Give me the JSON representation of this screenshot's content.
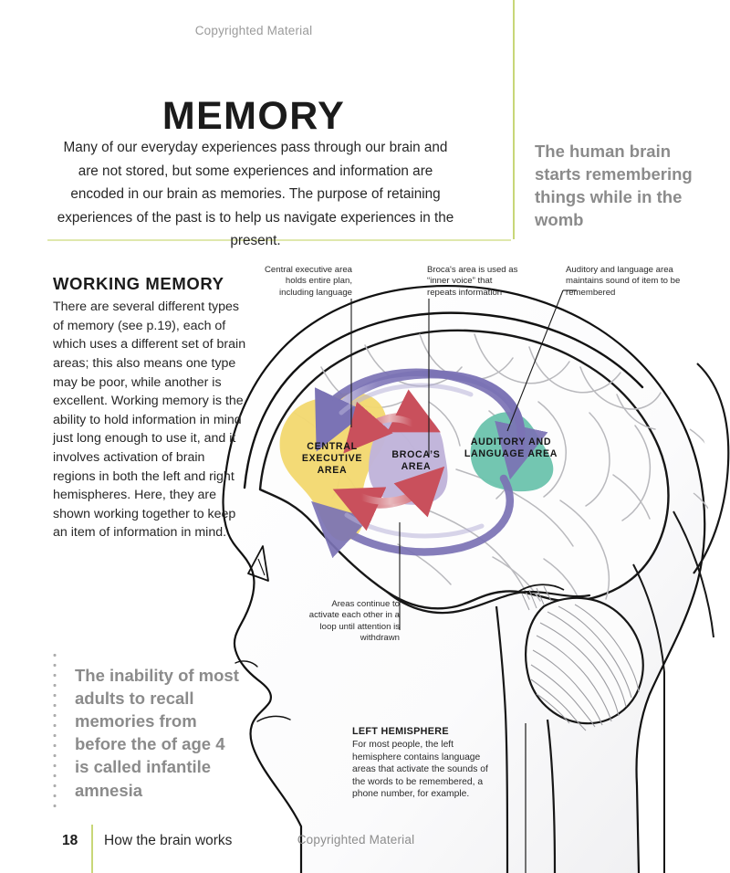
{
  "page": {
    "copyright_top": "Copyrighted Material",
    "copyright_bottom": "Copyrighted Material",
    "title": "MEMORY",
    "intro": "Many of our everyday experiences pass through our brain and are not stored, but some experiences and information are encoded in our brain as memories. The purpose of retaining experiences of the past is to help us navigate experiences in the present.",
    "folio_number": "18",
    "folio_title": "How the brain works"
  },
  "pullquotes": {
    "right": "The human brain starts remembering things while in the womb",
    "left": "The inability of most adults to recall memories from before the of age 4 is called infantile amnesia"
  },
  "working_memory": {
    "heading": "WORKING MEMORY",
    "body": "There are several different types of memory (see p.19), each of which uses a different set of brain areas; this also means one type may be poor, while another is excellent. Working memory is the ability to hold information in mind just long enough to use it, and it involves activation of brain regions in both the left and right hemispheres. Here, they are shown working together to keep an item of information in mind."
  },
  "callouts": {
    "central": "Central executive area holds entire plan, including language",
    "broca": "Broca's area is used as “inner voice” that repeats information",
    "auditory": "Auditory and language area maintains sound of item to be remembered",
    "loop": "Areas continue to activate each other in a loop until attention is withdrawn"
  },
  "left_hemisphere": {
    "title": "LEFT HEMISPHERE",
    "body": "For most people, the left hemisphere contains language areas that activate the sounds of the words to be remembered, a phone number, for example."
  },
  "regions": {
    "central": "CENTRAL EXECUTIVE AREA",
    "broca": "BROCA’S AREA",
    "auditory": "AUDITORY AND LANGUAGE AREA"
  },
  "colors": {
    "accent_green": "#c8d778",
    "rule_light_green": "#dfe8ad",
    "central_area_yellow": "#f2d870",
    "broca_area_purple": "#c0b4da",
    "auditory_area_teal": "#6ec4ae",
    "arrow_purple": "#7b73b5",
    "arrow_red": "#c9505c",
    "quote_gray": "#8b8b8b",
    "sulci_gray": "#b9b9bd",
    "outline_black": "#111111"
  }
}
